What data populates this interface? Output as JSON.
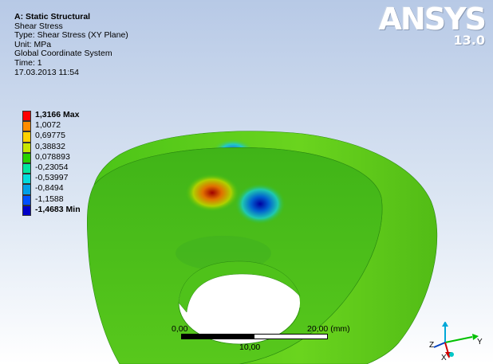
{
  "info": {
    "title": "A: Static Structural",
    "result": "Shear Stress",
    "type": "Type: Shear Stress (XY Plane)",
    "unit": "Unit: MPa",
    "coord": "Global Coordinate System",
    "time": "Time: 1",
    "date": "17.03.2013 11:54"
  },
  "legend": {
    "items": [
      {
        "label": "1,3166 Max",
        "color": "#ff0000"
      },
      {
        "label": "1,0072",
        "color": "#ff8c00"
      },
      {
        "label": "0,69775",
        "color": "#ffd200"
      },
      {
        "label": "0,38832",
        "color": "#c8e600"
      },
      {
        "label": "0,078893",
        "color": "#28d200"
      },
      {
        "label": "-0,23054",
        "color": "#00e6a0"
      },
      {
        "label": "-0,53997",
        "color": "#00dcdc"
      },
      {
        "label": "-0,8494",
        "color": "#00a0e6"
      },
      {
        "label": "-1,1588",
        "color": "#0050ff"
      },
      {
        "label": "-1,4683 Min",
        "color": "#0000c8"
      }
    ]
  },
  "logo": {
    "brand": "ANSYS",
    "version": "13.0"
  },
  "scale": {
    "start": "0,00",
    "end": "20,00 (mm)",
    "mid": "10,00"
  },
  "triad": {
    "x": "X",
    "y": "Y",
    "z": "Z"
  }
}
